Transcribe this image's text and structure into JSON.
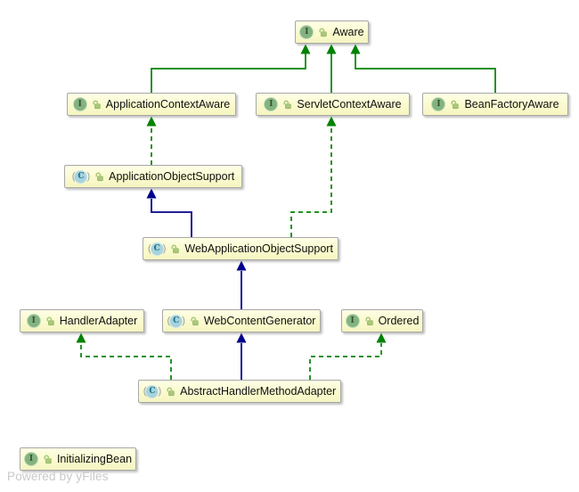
{
  "diagram": {
    "title": "UML hierarchy diagram",
    "watermark": "Powered by yFiles",
    "icons": {
      "interface_letter": "I",
      "class_letter": "C",
      "visibility_icon": "lock-open"
    },
    "colors": {
      "node_fill": "#fbfbd2",
      "node_border": "#a8a8a8",
      "extends_class_edge": "#00008b",
      "interface_edge": "#008200",
      "interface_icon": "#83b380",
      "class_icon": "#a6d3dd",
      "lock_icon": "#a9c87a",
      "watermark_color": "#c9c9c9"
    },
    "nodes": [
      {
        "label": "Aware",
        "kind": "interface"
      },
      {
        "label": "ApplicationContextAware",
        "kind": "interface"
      },
      {
        "label": "ServletContextAware",
        "kind": "interface"
      },
      {
        "label": "BeanFactoryAware",
        "kind": "interface"
      },
      {
        "label": "ApplicationObjectSupport",
        "kind": "class"
      },
      {
        "label": "WebApplicationObjectSupport",
        "kind": "class"
      },
      {
        "label": "HandlerAdapter",
        "kind": "interface"
      },
      {
        "label": "WebContentGenerator",
        "kind": "class"
      },
      {
        "label": "Ordered",
        "kind": "interface"
      },
      {
        "label": "AbstractHandlerMethodAdapter",
        "kind": "class"
      },
      {
        "label": "InitializingBean",
        "kind": "interface"
      }
    ],
    "edges": [
      {
        "from": "ApplicationContextAware",
        "to": "Aware",
        "type": "extends-interface",
        "style": "solid-green"
      },
      {
        "from": "ServletContextAware",
        "to": "Aware",
        "type": "extends-interface",
        "style": "solid-green"
      },
      {
        "from": "BeanFactoryAware",
        "to": "Aware",
        "type": "extends-interface",
        "style": "solid-green"
      },
      {
        "from": "ApplicationObjectSupport",
        "to": "ApplicationContextAware",
        "type": "implements",
        "style": "dashed-green"
      },
      {
        "from": "WebApplicationObjectSupport",
        "to": "ApplicationObjectSupport",
        "type": "extends",
        "style": "solid-navy"
      },
      {
        "from": "WebApplicationObjectSupport",
        "to": "ServletContextAware",
        "type": "implements",
        "style": "dashed-green"
      },
      {
        "from": "WebContentGenerator",
        "to": "WebApplicationObjectSupport",
        "type": "extends",
        "style": "solid-navy"
      },
      {
        "from": "AbstractHandlerMethodAdapter",
        "to": "WebContentGenerator",
        "type": "extends",
        "style": "solid-navy"
      },
      {
        "from": "AbstractHandlerMethodAdapter",
        "to": "HandlerAdapter",
        "type": "implements",
        "style": "dashed-green"
      },
      {
        "from": "AbstractHandlerMethodAdapter",
        "to": "Ordered",
        "type": "implements",
        "style": "dashed-green"
      }
    ]
  }
}
